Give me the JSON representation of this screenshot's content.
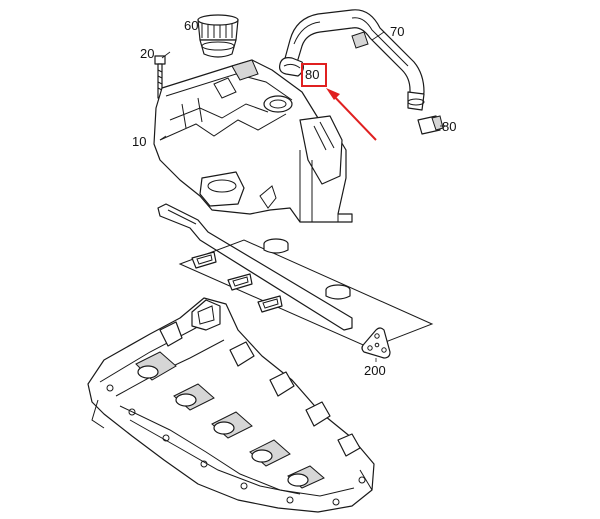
{
  "callouts": {
    "c60": "60",
    "c70": "70",
    "c20": "20",
    "c10": "10",
    "c80_top": "80",
    "c80_right": "80",
    "c200": "200"
  },
  "highlight": {
    "color": "#e02020"
  }
}
